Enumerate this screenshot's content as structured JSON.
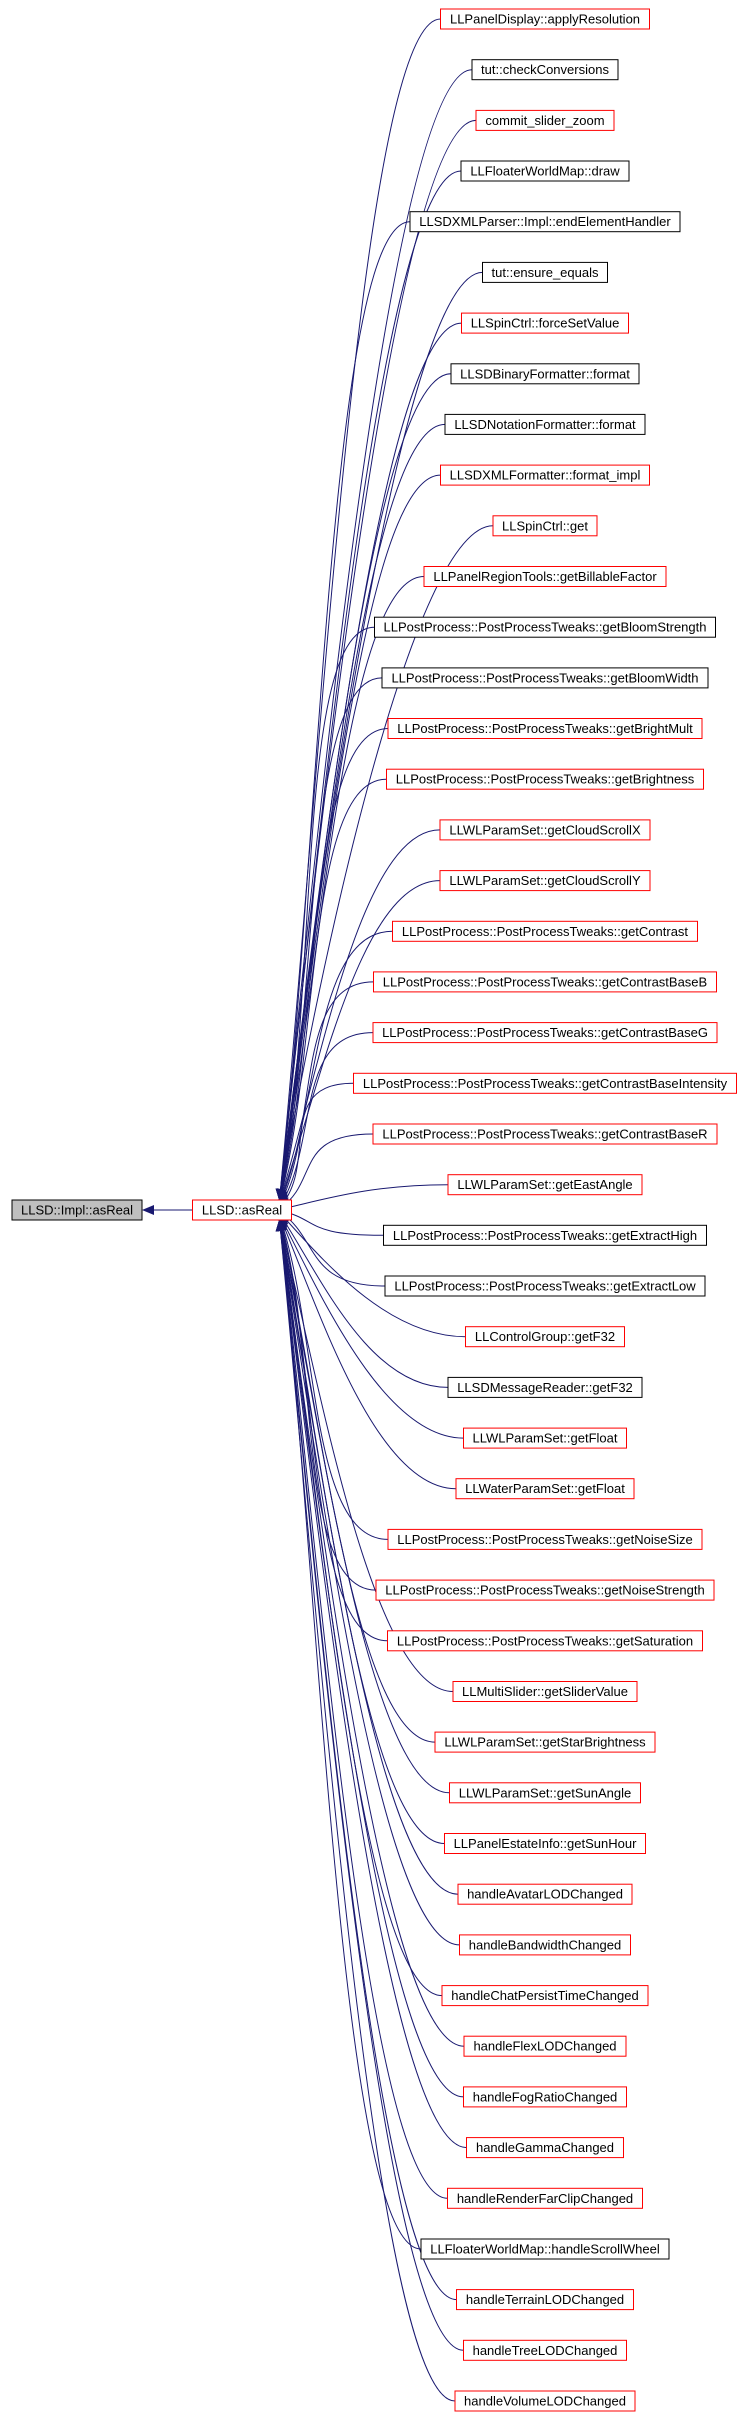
{
  "colors": {
    "edge": "#191970",
    "border_black": "#000000",
    "border_red": "#ff0000",
    "root_fill": "#bfbfbf",
    "fill": "#ffffff"
  },
  "root": {
    "label": "LLSD::Impl::asReal",
    "style": "root"
  },
  "hub": {
    "label": "LLSD::asReal",
    "style": "red"
  },
  "callers": [
    {
      "label": "LLPanelDisplay::applyResolution",
      "style": "red"
    },
    {
      "label": "tut::checkConversions",
      "style": "black"
    },
    {
      "label": "commit_slider_zoom",
      "style": "red"
    },
    {
      "label": "LLFloaterWorldMap::draw",
      "style": "black"
    },
    {
      "label": "LLSDXMLParser::Impl::endElementHandler",
      "style": "black"
    },
    {
      "label": "tut::ensure_equals",
      "style": "black"
    },
    {
      "label": "LLSpinCtrl::forceSetValue",
      "style": "red"
    },
    {
      "label": "LLSDBinaryFormatter::format",
      "style": "black"
    },
    {
      "label": "LLSDNotationFormatter::format",
      "style": "black"
    },
    {
      "label": "LLSDXMLFormatter::format_impl",
      "style": "red"
    },
    {
      "label": "LLSpinCtrl::get",
      "style": "red"
    },
    {
      "label": "LLPanelRegionTools::getBillableFactor",
      "style": "red"
    },
    {
      "label": "LLPostProcess::PostProcessTweaks::getBloomStrength",
      "style": "black"
    },
    {
      "label": "LLPostProcess::PostProcessTweaks::getBloomWidth",
      "style": "black"
    },
    {
      "label": "LLPostProcess::PostProcessTweaks::getBrightMult",
      "style": "red"
    },
    {
      "label": "LLPostProcess::PostProcessTweaks::getBrightness",
      "style": "red"
    },
    {
      "label": "LLWLParamSet::getCloudScrollX",
      "style": "red"
    },
    {
      "label": "LLWLParamSet::getCloudScrollY",
      "style": "red"
    },
    {
      "label": "LLPostProcess::PostProcessTweaks::getContrast",
      "style": "red"
    },
    {
      "label": "LLPostProcess::PostProcessTweaks::getContrastBaseB",
      "style": "red"
    },
    {
      "label": "LLPostProcess::PostProcessTweaks::getContrastBaseG",
      "style": "red"
    },
    {
      "label": "LLPostProcess::PostProcessTweaks::getContrastBaseIntensity",
      "style": "red"
    },
    {
      "label": "LLPostProcess::PostProcessTweaks::getContrastBaseR",
      "style": "red"
    },
    {
      "label": "LLWLParamSet::getEastAngle",
      "style": "red"
    },
    {
      "label": "LLPostProcess::PostProcessTweaks::getExtractHigh",
      "style": "black"
    },
    {
      "label": "LLPostProcess::PostProcessTweaks::getExtractLow",
      "style": "black"
    },
    {
      "label": "LLControlGroup::getF32",
      "style": "red"
    },
    {
      "label": "LLSDMessageReader::getF32",
      "style": "black"
    },
    {
      "label": "LLWLParamSet::getFloat",
      "style": "red"
    },
    {
      "label": "LLWaterParamSet::getFloat",
      "style": "red"
    },
    {
      "label": "LLPostProcess::PostProcessTweaks::getNoiseSize",
      "style": "red"
    },
    {
      "label": "LLPostProcess::PostProcessTweaks::getNoiseStrength",
      "style": "red"
    },
    {
      "label": "LLPostProcess::PostProcessTweaks::getSaturation",
      "style": "red"
    },
    {
      "label": "LLMultiSlider::getSliderValue",
      "style": "red"
    },
    {
      "label": "LLWLParamSet::getStarBrightness",
      "style": "red"
    },
    {
      "label": "LLWLParamSet::getSunAngle",
      "style": "red"
    },
    {
      "label": "LLPanelEstateInfo::getSunHour",
      "style": "red"
    },
    {
      "label": "handleAvatarLODChanged",
      "style": "red"
    },
    {
      "label": "handleBandwidthChanged",
      "style": "red"
    },
    {
      "label": "handleChatPersistTimeChanged",
      "style": "red"
    },
    {
      "label": "handleFlexLODChanged",
      "style": "red"
    },
    {
      "label": "handleFogRatioChanged",
      "style": "red"
    },
    {
      "label": "handleGammaChanged",
      "style": "red"
    },
    {
      "label": "handleRenderFarClipChanged",
      "style": "red"
    },
    {
      "label": "LLFloaterWorldMap::handleScrollWheel",
      "style": "black"
    },
    {
      "label": "handleTerrainLODChanged",
      "style": "red"
    },
    {
      "label": "handleTreeLODChanged",
      "style": "red"
    },
    {
      "label": "handleVolumeLODChanged",
      "style": "red"
    }
  ]
}
